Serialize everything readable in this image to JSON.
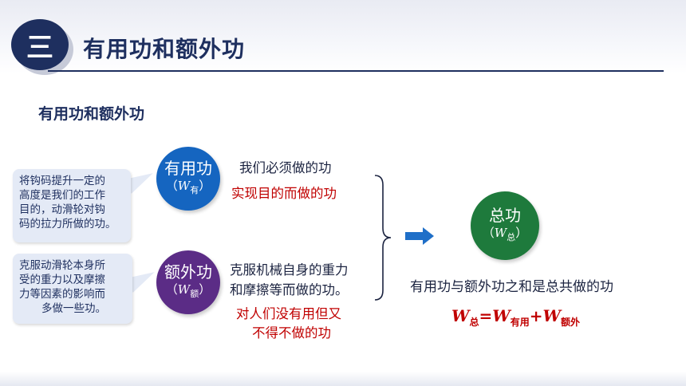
{
  "header": {
    "number": "三",
    "title": "有用功和额外功"
  },
  "subheading": "有用功和额外功",
  "bubbles": {
    "useful_note": [
      "将钩码提升一定的",
      "高度是我们的工作",
      "目的，动滑轮对钩",
      "码的拉力所做的功。"
    ],
    "extra_note": [
      "克服动滑轮本身所",
      "受的重力以及摩擦",
      "力等因素的影响而",
      "多做一些功。"
    ]
  },
  "circles": {
    "useful": {
      "label": "有用功",
      "symbol": "W",
      "sub": "有",
      "open": "（",
      "close": "）"
    },
    "extra": {
      "label": "额外功",
      "symbol": "W",
      "sub": "额",
      "open": "（",
      "close": "）"
    },
    "total": {
      "label": "总功",
      "symbol": "W",
      "sub": "总",
      "open": "（",
      "close": "）"
    }
  },
  "texts": {
    "useful_def1": "我们必须做的功",
    "useful_def2": "实现目的而做的功",
    "extra_def1": "克服机械自身的重力",
    "extra_def2": "和摩擦等而做的功。",
    "extra_def3": "对人们没有用但又",
    "extra_def4": "不得不做的功",
    "total_def": "有用功与额外功之和是总共做的功"
  },
  "formula": {
    "w": "W",
    "total_sub": "总",
    "equals": "=",
    "useful_sub": "有用",
    "plus": "+",
    "extra_sub": "额外"
  },
  "colors": {
    "navy": "#1e2f5f",
    "useful_blue": "#1565c0",
    "extra_purple": "#5b2c86",
    "total_green": "#1e7a3c",
    "emphasis_red": "#c00000",
    "arrow_blue": "#1f6fc8"
  }
}
